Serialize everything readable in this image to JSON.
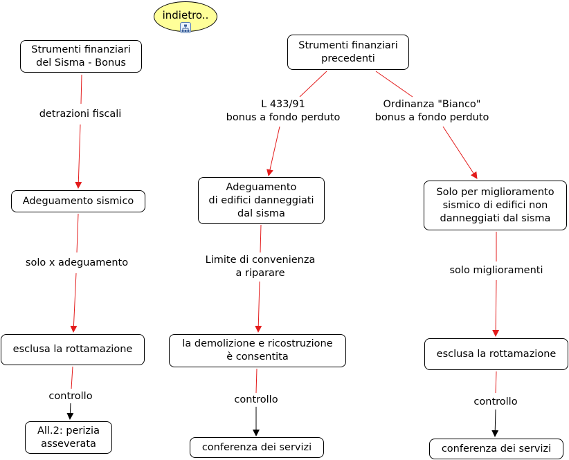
{
  "back_link": {
    "label": "indietro..",
    "icon": "concept-map-icon",
    "fill": "#ffff99"
  },
  "colors": {
    "link_red": "#e31b1b",
    "link_black": "#000000",
    "node_border": "#000000"
  },
  "nodes": [
    {
      "id": "n1",
      "text": "Strumenti finanziari\ndel Sisma - Bonus"
    },
    {
      "id": "n2",
      "text": "Adeguamento sismico"
    },
    {
      "id": "n3",
      "text": "esclusa la rottamazione"
    },
    {
      "id": "n4",
      "text": "All.2: perizia\n   asseverata"
    },
    {
      "id": "n5",
      "text": "Strumenti finanziari\nprecedenti"
    },
    {
      "id": "n6",
      "text": "Adeguamento\ndi edifici danneggiati\ndal sisma"
    },
    {
      "id": "n7",
      "text": "la demolizione e ricostruzione\nè consentita"
    },
    {
      "id": "n8",
      "text": "conferenza dei servizi"
    },
    {
      "id": "n9",
      "text": "Solo per miglioramento\nsismico di edifici non\ndanneggiati dal sisma"
    },
    {
      "id": "n10",
      "text": "esclusa la rottamazione"
    },
    {
      "id": "n11",
      "text": "conferenza dei servizi"
    }
  ],
  "links": [
    {
      "id": "l1",
      "text": "detrazioni fiscali",
      "from": "n1",
      "to": "n2",
      "color": "red"
    },
    {
      "id": "l2",
      "text": "solo x adeguamento",
      "from": "n2",
      "to": "n3",
      "color": "red"
    },
    {
      "id": "l3",
      "text": "controllo",
      "from": "n3",
      "to": "n4",
      "color": "mixed"
    },
    {
      "id": "l4",
      "text": "L 433/91\nbonus a fondo perduto",
      "from": "n5",
      "to": "n6",
      "color": "red"
    },
    {
      "id": "l5",
      "text": "Ordinanza \"Bianco\"\nbonus a fondo perduto",
      "from": "n5",
      "to": "n9",
      "color": "red"
    },
    {
      "id": "l6",
      "text": "Limite di convenienza\na riparare",
      "from": "n6",
      "to": "n7",
      "color": "red"
    },
    {
      "id": "l7",
      "text": "controllo",
      "from": "n7",
      "to": "n8",
      "color": "mixed"
    },
    {
      "id": "l8",
      "text": "solo miglioramenti",
      "from": "n9",
      "to": "n10",
      "color": "red"
    },
    {
      "id": "l9",
      "text": "controllo",
      "from": "n10",
      "to": "n11",
      "color": "mixed"
    }
  ]
}
